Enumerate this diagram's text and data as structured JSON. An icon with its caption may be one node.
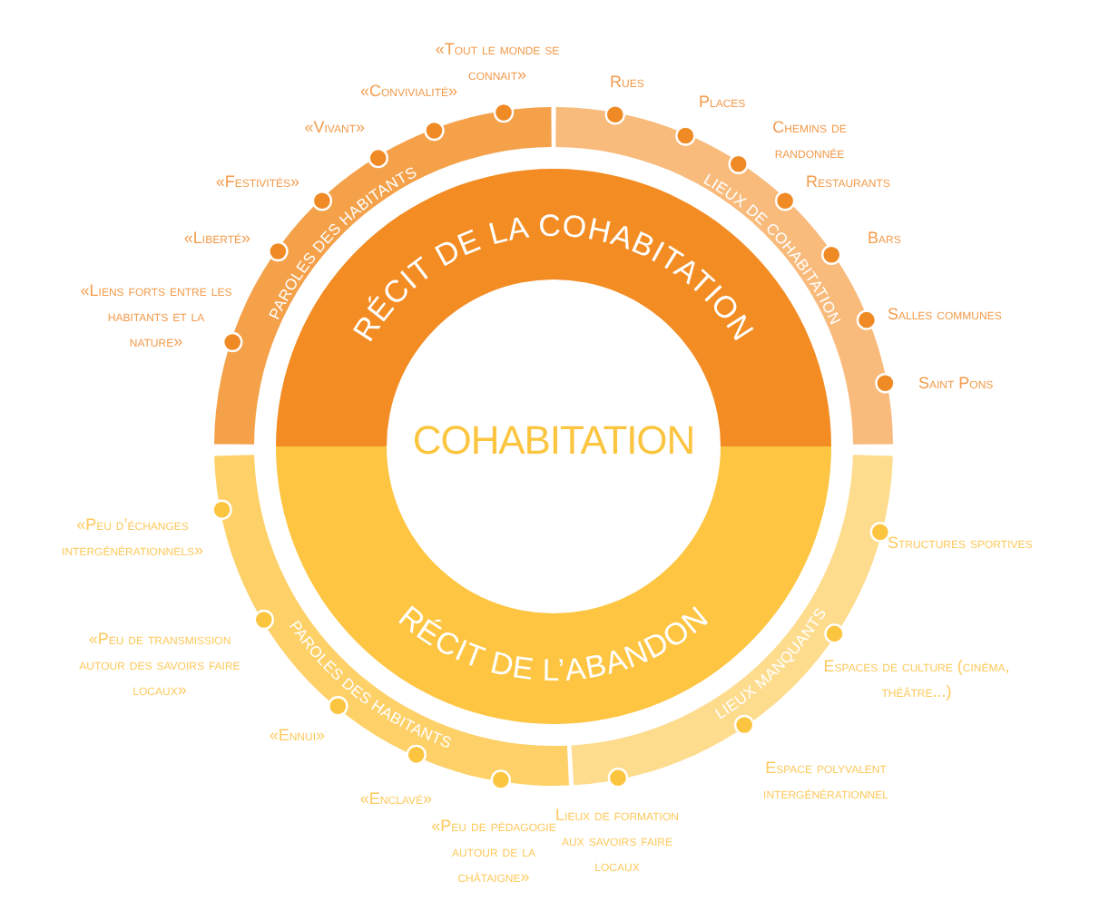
{
  "diagram": {
    "nodes": [
      {
        "text": [
          "COHABITATION"
        ]
      },
      {
        "text": [
          "RÉCIT DE LA COHABITATION"
        ]
      },
      {
        "text": [
          "RÉCIT DE L’ABANDON"
        ]
      },
      {
        "text": [
          "PAROLES DES HABITANTS"
        ],
        "beside": [
          "«Tout le monde se connait»",
          "«Convivialité»",
          "«Vivant»",
          "«Festivités»",
          "«Liberté»",
          "«Liens forts entre les habitants et la nature»"
        ]
      },
      {
        "text": [
          "LIEUX DE COHABITATION"
        ],
        "beside": [
          "Rues",
          "Places",
          "Chemins de randonnée",
          "Restaurants",
          "Bars",
          "Salles communes",
          "Saint Pons"
        ]
      },
      {
        "text": [
          "PAROLES DES HABITANTS"
        ],
        "beside": [
          "«Peu d’échanges intergénérationnels»",
          "«Peu de transmission autour des savoirs faire locaux»",
          "«Ennui»",
          "«Enclavé»",
          "«Peu de pédagogie autour de la châtaigne»"
        ]
      },
      {
        "text": [
          "LIEUX MANQUANTS"
        ],
        "beside": [
          "Lieux de formation aux savoirs faire locaux",
          "Espace polyvalent intergénérationnel",
          "Espaces de culture (cinéma, théâtre...)",
          "Structures sportives"
        ]
      }
    ]
  }
}
